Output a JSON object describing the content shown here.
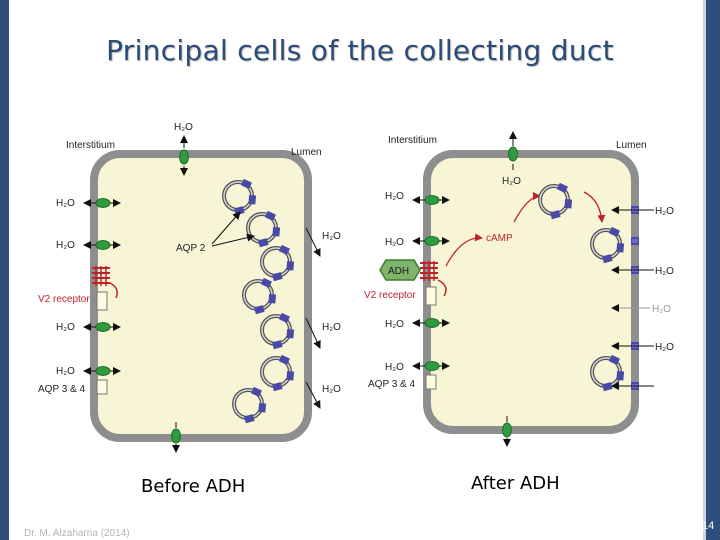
{
  "title": "Principal cells of the collecting duct",
  "left_panel": {
    "interstitium": "Interstitium",
    "lumen": "Lumen",
    "h2o_top": "H₂O",
    "h2o": "H₂O",
    "aqp2": "AQP 2",
    "v2_receptor": "V2 receptor",
    "aqp34": "AQP 3 & 4",
    "caption": "Before ADH"
  },
  "right_panel": {
    "interstitium": "Interstitium",
    "lumen": "Lumen",
    "h2o": "H₂O",
    "camp": "cAMP",
    "adh": "ADH",
    "v2_receptor": "V2 receptor",
    "aqp34": "AQP 3 & 4",
    "caption": "After ADH"
  },
  "footer": "Dr. M. Alzaharna (2014)",
  "slide_number": "14",
  "colors": {
    "cell_fill": "#f7f5d5",
    "membrane": "#8e8e8e",
    "channel_green": "#2f9a3e",
    "aqp2_blue": "#4a4aa6",
    "receptor_red": "#c0212a",
    "accent_blue": "#2e4f7c"
  }
}
